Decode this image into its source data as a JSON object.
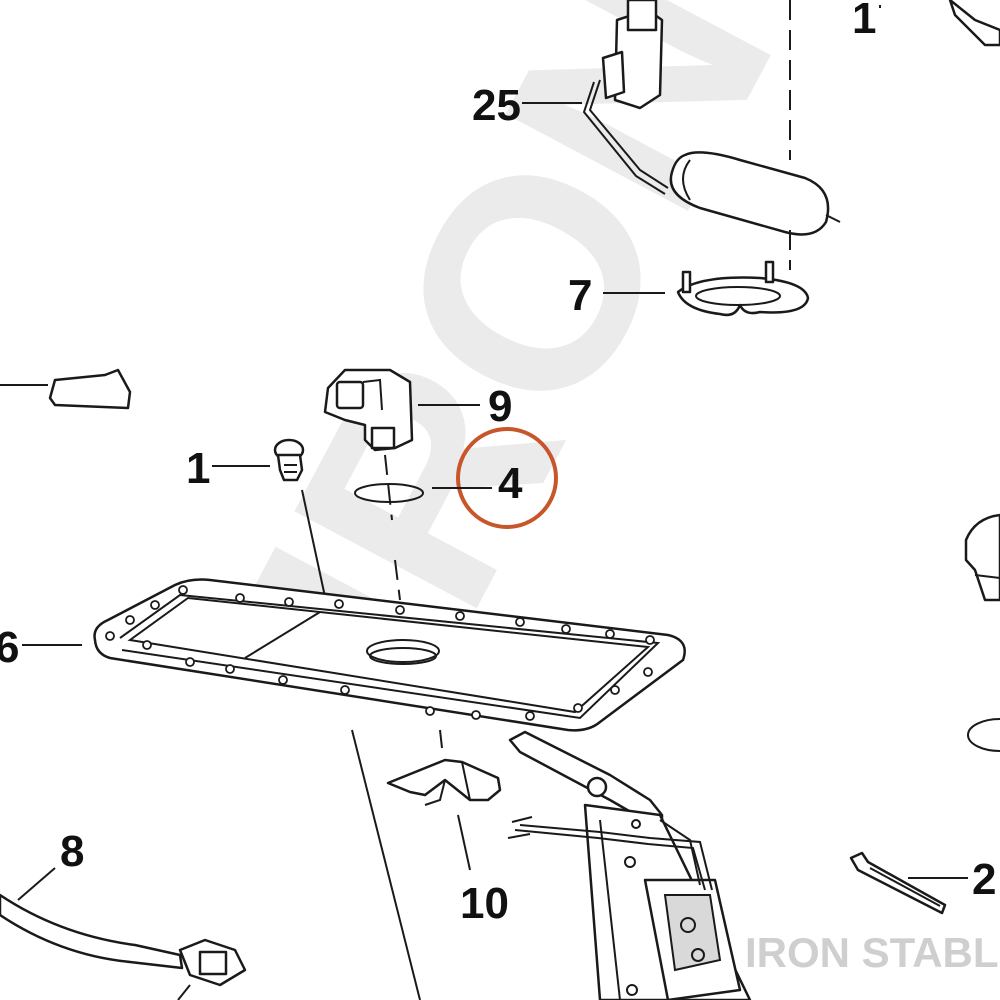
{
  "callouts": {
    "part_1_top": "1",
    "part_25": "25",
    "part_7": "7",
    "part_9": "9",
    "part_1_mid": "1",
    "part_4": "4",
    "part_6": "6",
    "part_8": "8",
    "part_10": "10",
    "part_2": "2"
  },
  "highlight": {
    "part": "4",
    "color": "#c8562b"
  },
  "watermark": "IRON STA",
  "brand": "IRON STABLE"
}
